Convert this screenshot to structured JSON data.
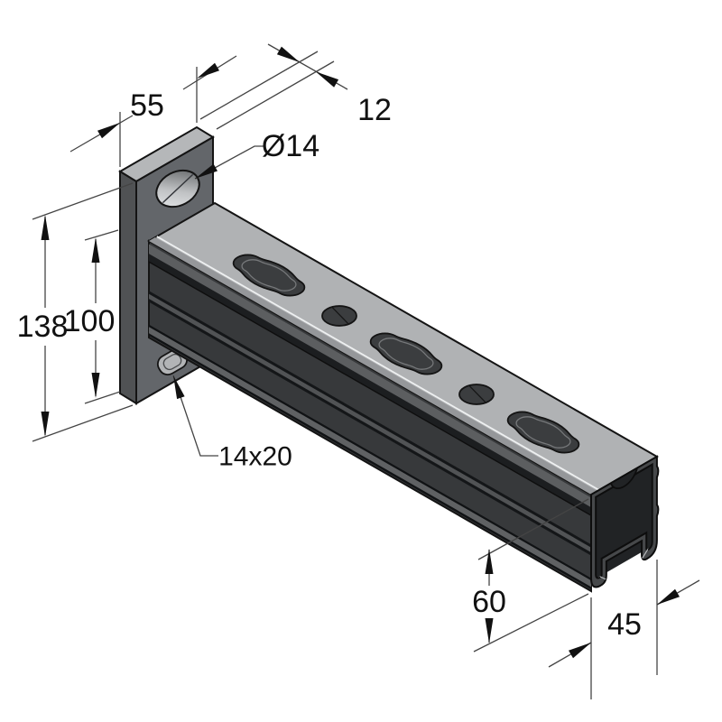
{
  "drawing": {
    "part_name": "cantilever-bracket-isometric-drawing",
    "annotations": {
      "plate_width": "55",
      "plate_thickness": "12",
      "hole_diameter": "Ø14",
      "plate_height": "138",
      "channel_top_height": "100",
      "plate_slot_size": "14x20",
      "profile_height": "60",
      "profile_width": "45"
    },
    "colors": {
      "background": "#ffffff",
      "outline": "#141414",
      "plate_top_face": "#b5b7b9",
      "plate_side_face": "#505254",
      "plate_front_face": "#63666a",
      "channel_top_face": "#b0b2b4",
      "channel_chamfer": "#95979a",
      "channel_side_face": "#37393b",
      "channel_side_band_light": "#5c5e60",
      "channel_side_groove": "#1c1e20",
      "end_face": "#46484a",
      "cavity": "#212325",
      "hole_dark": "#3b3d3f",
      "slot_light": "#b2b4b6",
      "dim_line": "#444444",
      "text": "#111111"
    }
  }
}
